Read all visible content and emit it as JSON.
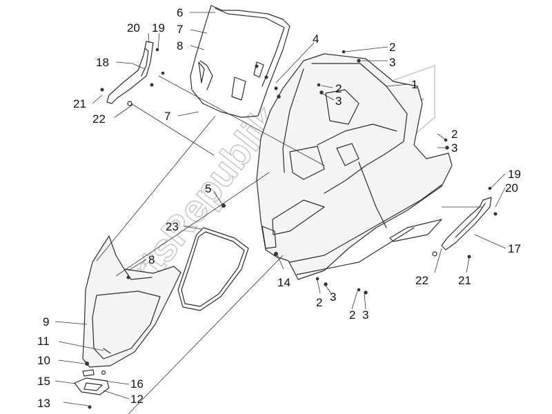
{
  "diagram": {
    "watermark": "PartsRepublik",
    "callouts": [
      {
        "id": "c6",
        "text": "6"
      },
      {
        "id": "c20a",
        "text": "20"
      },
      {
        "id": "c19a",
        "text": "19"
      },
      {
        "id": "c7a",
        "text": "7"
      },
      {
        "id": "c8a",
        "text": "8"
      },
      {
        "id": "c4",
        "text": "4"
      },
      {
        "id": "c2a",
        "text": "2"
      },
      {
        "id": "c3a",
        "text": "3"
      },
      {
        "id": "c18",
        "text": "18"
      },
      {
        "id": "c1",
        "text": "1"
      },
      {
        "id": "c2b",
        "text": "2"
      },
      {
        "id": "c3b",
        "text": "3"
      },
      {
        "id": "c21a",
        "text": "21"
      },
      {
        "id": "c22a",
        "text": "22"
      },
      {
        "id": "c7b",
        "text": "7"
      },
      {
        "id": "c2c",
        "text": "2"
      },
      {
        "id": "c3c",
        "text": "3"
      },
      {
        "id": "c5",
        "text": "5"
      },
      {
        "id": "c19b",
        "text": "19"
      },
      {
        "id": "c20b",
        "text": "20"
      },
      {
        "id": "c23",
        "text": "23"
      },
      {
        "id": "c8b",
        "text": "8"
      },
      {
        "id": "c17",
        "text": "17"
      },
      {
        "id": "c14",
        "text": "14"
      },
      {
        "id": "c22b",
        "text": "22"
      },
      {
        "id": "c21b",
        "text": "21"
      },
      {
        "id": "c2d",
        "text": "2"
      },
      {
        "id": "c3d",
        "text": "3"
      },
      {
        "id": "c2e",
        "text": "2"
      },
      {
        "id": "c3e",
        "text": "3"
      },
      {
        "id": "c9",
        "text": "9"
      },
      {
        "id": "c11",
        "text": "11"
      },
      {
        "id": "c10",
        "text": "10"
      },
      {
        "id": "c15",
        "text": "15"
      },
      {
        "id": "c16",
        "text": "16"
      },
      {
        "id": "c12",
        "text": "12"
      },
      {
        "id": "c13",
        "text": "13"
      }
    ]
  }
}
